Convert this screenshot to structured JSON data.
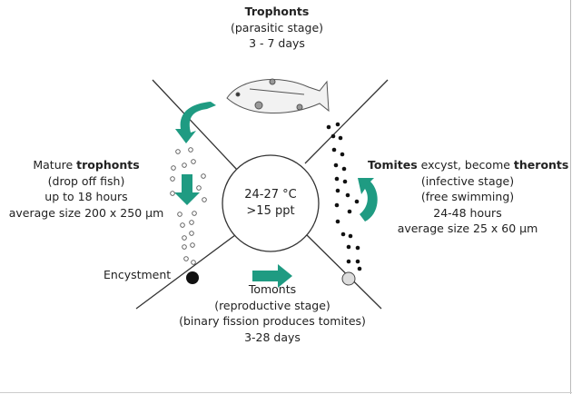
{
  "colors": {
    "arrow": "#1f9b82",
    "line": "#333333"
  },
  "top": {
    "title": "Trophonts",
    "line2": "(parasitic stage)",
    "line3": "3 - 7 days"
  },
  "center": {
    "temp": "24-27 °C",
    "salinity": ">15 ppt"
  },
  "left": {
    "prefix": "Mature ",
    "bold": "trophonts",
    "line2": "(drop off fish)",
    "line3": "up to 18 hours",
    "line4": "average size 200 x 250 µm"
  },
  "right": {
    "bold1": "Tomites",
    "mid": " excyst, become ",
    "bold2": "theronts",
    "line2": "(infective stage)",
    "line3": "(free swimming)",
    "line4": "24-48 hours",
    "line5": "average size 25 x 60 µm"
  },
  "encystment": "Encystment",
  "bottom": {
    "title": "Tomonts",
    "line2": "(reproductive stage)",
    "line3": "(binary fission produces tomites)",
    "line4": "3-28 days"
  }
}
